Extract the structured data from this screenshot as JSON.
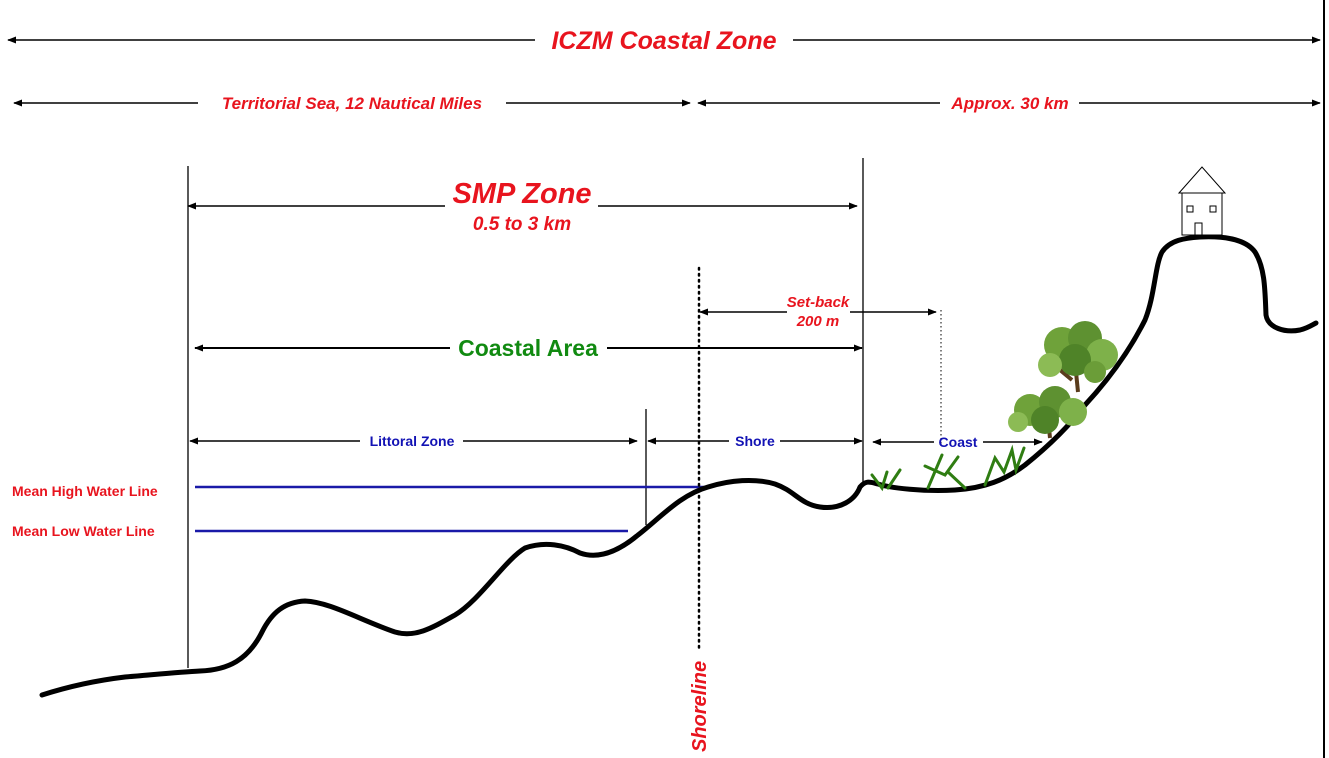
{
  "labels": {
    "iczm": "ICZM Coastal Zone",
    "territorial": "Territorial Sea, 12 Nautical Miles",
    "approx": "Approx. 30 km",
    "smp_zone": "SMP Zone",
    "smp_range": "0.5 to 3 km",
    "setback": "Set-back",
    "setback_dist": "200 m",
    "coastal_area": "Coastal Area",
    "littoral_zone": "Littoral Zone",
    "shore": "Shore",
    "coast": "Coast",
    "mhwl": "Mean High Water Line",
    "mlwl": "Mean Low Water Line",
    "shoreline": "Shoreline"
  },
  "colors": {
    "red_labels": "#e8141e",
    "green_labels": "#118a11",
    "blue_labels": "#1212b4",
    "water_lines": "#1a1aa8",
    "terrain": "#000000",
    "vegetation": "#2f7d12"
  },
  "icons": [
    "house-icon",
    "tree-icon",
    "grass-icon"
  ]
}
